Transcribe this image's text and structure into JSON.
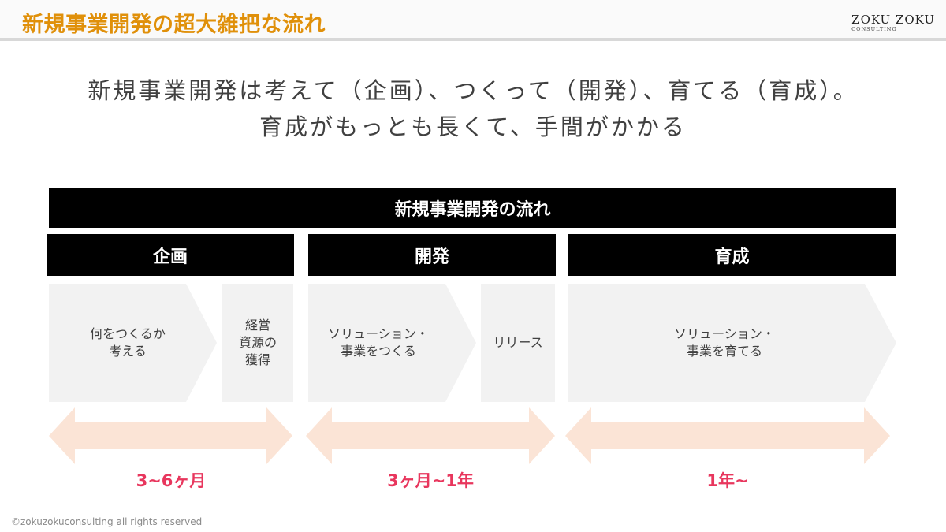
{
  "header": {
    "title": "新規事業開発の超大雑把な流れ",
    "logo_main": "ZOKU ZOKU",
    "logo_sub": "CONSULTING"
  },
  "lead": {
    "line1": "新規事業開発は考えて（企画）、つくって（開発）、育てる（育成）。",
    "line2": "育成がもっとも長くて、手間がかかる"
  },
  "flow": {
    "title": "新規事業開発の流れ",
    "phases": [
      {
        "label": "企画",
        "duration": "3~6ヶ月"
      },
      {
        "label": "開発",
        "duration": "3ヶ月~1年"
      },
      {
        "label": "育成",
        "duration": "1年~"
      }
    ],
    "steps": [
      {
        "lines": [
          "何をつくるか",
          "考える"
        ]
      },
      {
        "lines": [
          "経営",
          "資源の",
          "獲得"
        ]
      },
      {
        "lines": [
          "ソリューション・",
          "事業をつくる"
        ]
      },
      {
        "lines": [
          "リリース"
        ]
      },
      {
        "lines": [
          "ソリューション・",
          "事業を育てる"
        ]
      }
    ]
  },
  "colors": {
    "title": "#e0900a",
    "step_fill": "#f2f2f2",
    "arrow_fill": "#fbe4d6",
    "duration_text": "#e8365d",
    "bar_fill": "#000000"
  },
  "footer": {
    "copyright": "©zokuzokuconsulting all rights reserved"
  }
}
